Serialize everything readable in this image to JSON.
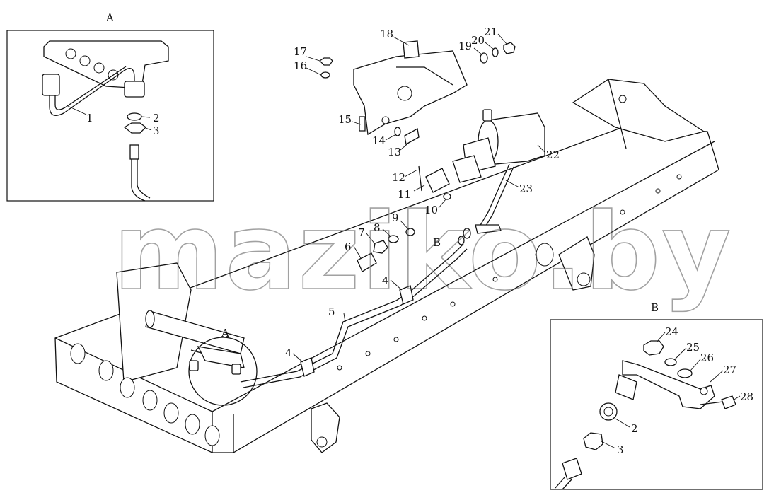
{
  "watermark": "maziko.by",
  "detail_labels": {
    "a_title": "A",
    "b_title": "B",
    "a_main": "A",
    "b_main": "B"
  },
  "callouts": {
    "c1": "1",
    "c2a": "2",
    "c3a": "3",
    "c4a": "4",
    "c4b": "4",
    "c5": "5",
    "c6": "6",
    "c7": "7",
    "c8": "8",
    "c9": "9",
    "c10": "10",
    "c11": "11",
    "c12": "12",
    "c13": "13",
    "c14": "14",
    "c15": "15",
    "c16": "16",
    "c17": "17",
    "c18": "18",
    "c19": "19",
    "c20": "20",
    "c21": "21",
    "c22": "22",
    "c23": "23",
    "c24": "24",
    "c25": "25",
    "c26": "26",
    "c27": "27",
    "c28": "28",
    "c2b": "2",
    "c3b": "3"
  }
}
